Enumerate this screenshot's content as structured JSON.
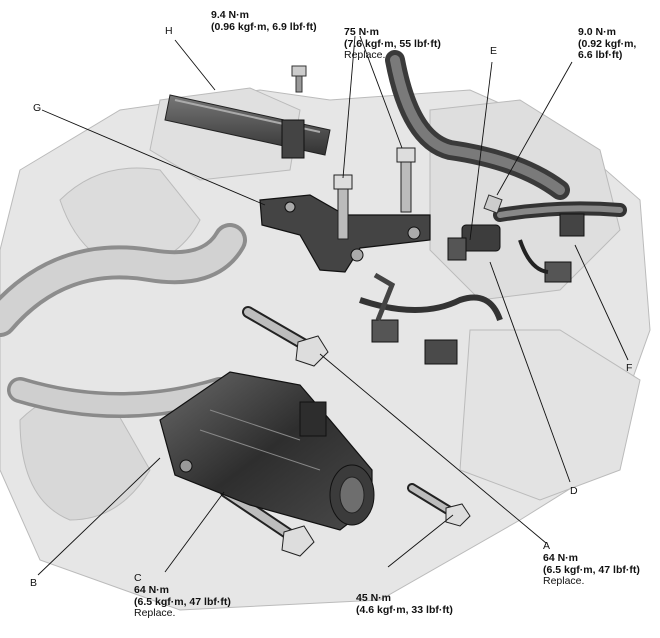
{
  "figure": {
    "part_labels": {
      "A": "A",
      "B": "B",
      "C": "C",
      "D": "D",
      "E": "E",
      "F": "F",
      "G": "G",
      "H": "H"
    },
    "torques": {
      "h_bolt": {
        "line1": "9.4 N·m",
        "line2": "(0.96 kgf·m, 6.9 lbf·ft)"
      },
      "g_bolts": {
        "line1": "75 N·m",
        "line2": "(7.6 kgf·m, 55 lbf·ft)",
        "note": "Replace."
      },
      "e_bolt": {
        "line1": "9.0 N·m",
        "line2": "(0.92 kgf·m,",
        "line3": "6.6 lbf·ft)"
      },
      "a_bolt": {
        "line1": "64 N·m",
        "line2": "(6.5 kgf·m, 47 lbf·ft)",
        "note": "Replace."
      },
      "c_bolt": {
        "line1": "64 N·m",
        "line2": "(6.5 kgf·m, 47 lbf·ft)",
        "note": "Replace."
      },
      "lower_bolt": {
        "line1": "45 N·m",
        "line2": "(4.6 kgf·m, 33 lbf·ft)"
      }
    }
  }
}
